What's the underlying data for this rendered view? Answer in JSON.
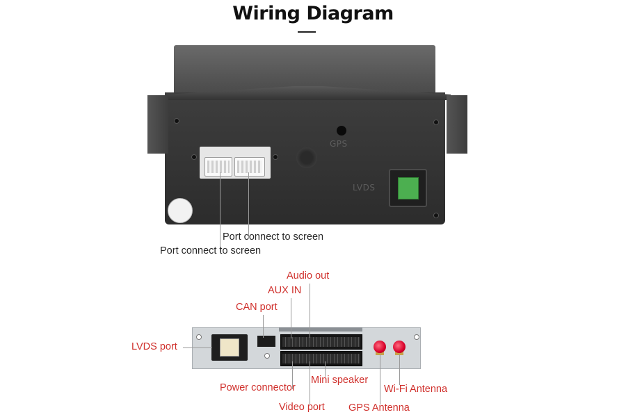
{
  "title": "Wiring Diagram",
  "unit_markings": {
    "gps": "GPS",
    "lvds": "LVDS"
  },
  "top_labels": {
    "port_a": "Port connect to screen",
    "port_b": "Port connect to screen"
  },
  "bottom_labels": {
    "audio_out": "Audio out",
    "aux_in": "AUX IN",
    "can_port": "CAN port",
    "lvds_port": "LVDS port",
    "power_connector": "Power connector",
    "mini_speaker": "Mini speaker",
    "wifi_antenna": "Wi-Fi Antenna",
    "video_port": "Video port",
    "gps_antenna": "GPS Antenna"
  },
  "colors": {
    "label_dark": "#2a2a2a",
    "label_red": "#d0312d",
    "antenna_red": "#d8002a",
    "lvds_green": "#4caf50"
  }
}
